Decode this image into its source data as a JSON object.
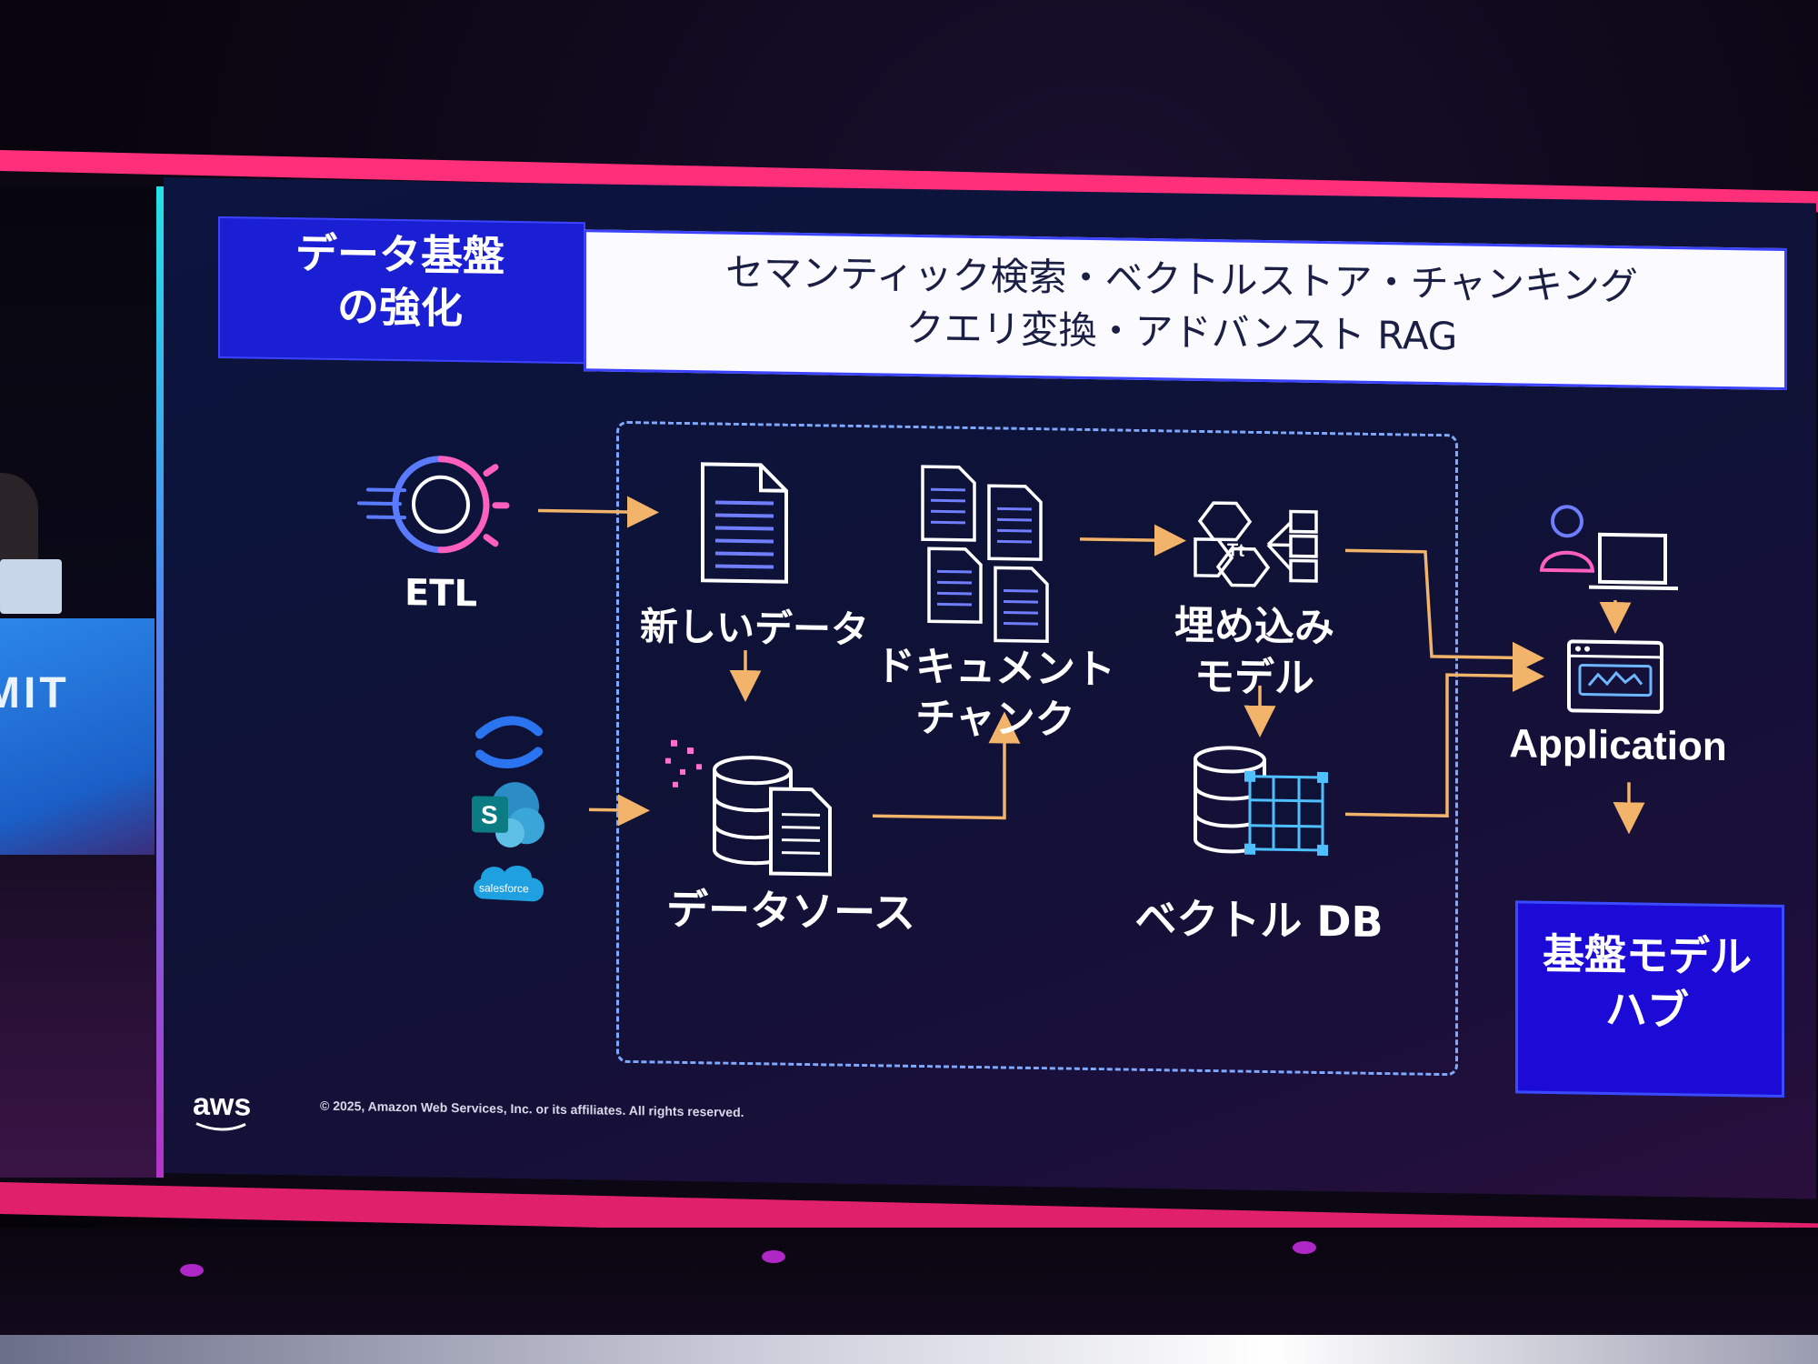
{
  "slide": {
    "header_title": [
      "データ基盤",
      "の強化"
    ],
    "header_topics": [
      "セマンティック検索・ベクトルストア・チャンキング",
      "クエリ変換・アドバンスト RAG"
    ],
    "nodes": {
      "etl": "ETL",
      "new_data": "新しいデータ",
      "doc_chunk": [
        "ドキュメント",
        "チャンク"
      ],
      "embedding": [
        "埋め込み",
        "モデル"
      ],
      "data_source": "データソース",
      "vector_db": "ベクトル DB",
      "application": "Application",
      "foundation_hub": [
        "基盤モデル",
        "ハブ"
      ]
    },
    "footer": "© 2025, Amazon Web Services, Inc. or its affiliates. All rights reserved.",
    "logo": "aws",
    "source_icons": [
      "confluence-icon",
      "sharepoint-icon",
      "salesforce-icon"
    ],
    "sharepoint_letter": "S",
    "salesforce_text": "salesforce",
    "colors": {
      "header_blue": "#1b1fd4",
      "arrow": "#f2b46a",
      "frame_pink": "#ff2f7a",
      "icon_blue": "#5a7bff",
      "icon_pink": "#ff5fbf"
    }
  },
  "stage": {
    "podium_text": "MIT"
  }
}
